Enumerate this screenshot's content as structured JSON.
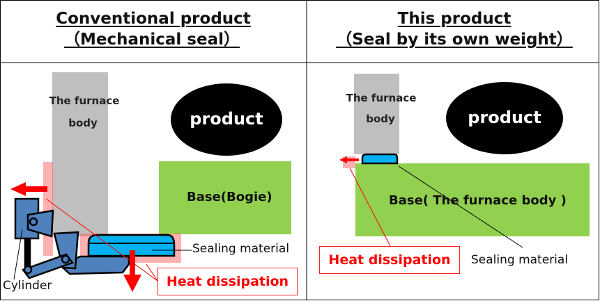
{
  "left": {
    "title": "Conventional product",
    "subtitle": "（Mechanical seal）",
    "furnace_line1": "The furnace",
    "furnace_line2": "body",
    "product": "product",
    "base": "Base(Bogie)",
    "sealing_material": "Sealing material",
    "heat_dissipation": "Heat dissipation",
    "cylinder": "Cylinder"
  },
  "right": {
    "title": "This product",
    "subtitle": "（Seal by its own weight）",
    "furnace_line1": "The furnace",
    "furnace_line2": "body",
    "product": "product",
    "base": "Base( The furnace body )",
    "sealing_material": "Sealing material",
    "heat_dissipation": "Heat dissipation"
  },
  "colors": {
    "furnace": "#bfbfbf",
    "base": "#92d050",
    "seal": "#00b0f0",
    "mechanism": "#4f81bd",
    "heat": "#ff0000"
  }
}
